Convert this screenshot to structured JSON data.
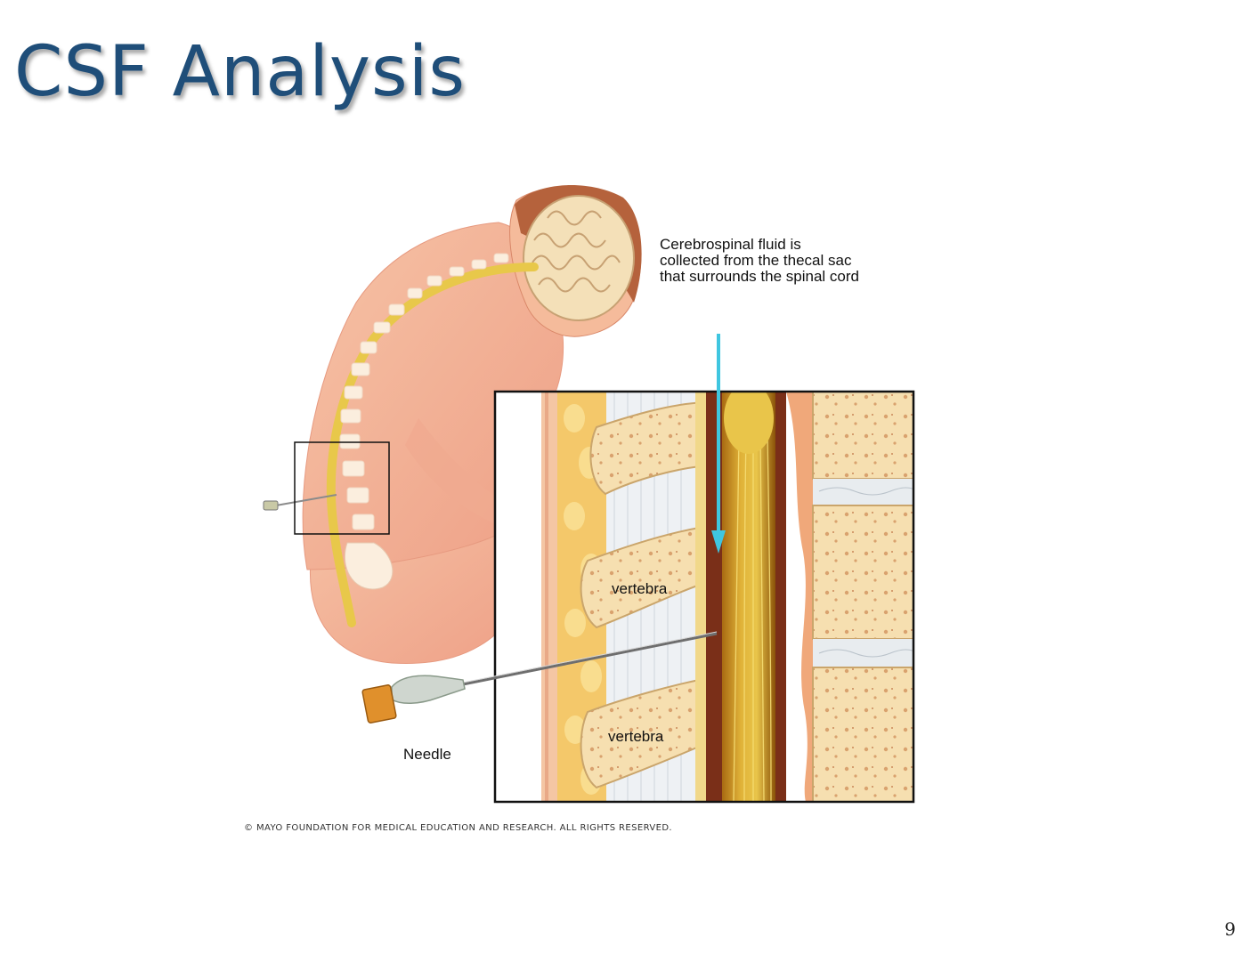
{
  "slide": {
    "title": "CSF Analysis",
    "page_number": "9"
  },
  "illustration": {
    "caption": "Cerebrospinal fluid is collected from the thecal sac that surrounds the spinal cord",
    "labels": {
      "vertebra_upper": "vertebra",
      "vertebra_lower": "vertebra",
      "needle": "Needle"
    },
    "copyright": "© MAYO FOUNDATION FOR MEDICAL EDUCATION AND RESEARCH. ALL RIGHTS RESERVED.",
    "colors": {
      "skin": "#f3b79a",
      "spine_nerve": "#e8c84a",
      "bone": "#f6dfb0",
      "arrow": "#3fc6e0",
      "title": "#1f4e79"
    }
  }
}
